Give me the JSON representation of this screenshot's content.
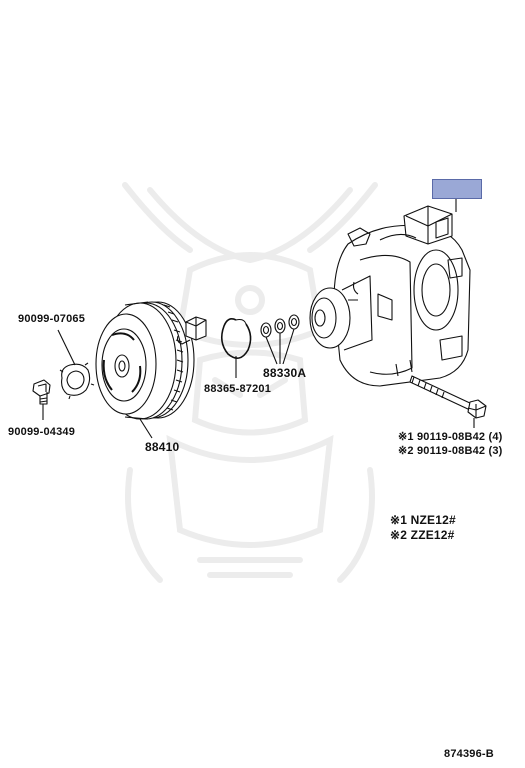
{
  "diagram": {
    "labels": {
      "p_90099_07065": "90099-07065",
      "p_90099_04349": "90099-04349",
      "p_88410": "88410",
      "p_88365_87201": "88365-87201",
      "p_88330A": "88330A",
      "p_90119_1": "※1 90119-08B42 (4)",
      "p_90119_2": "※2 90119-08B42 (3)",
      "note_1": "※1 NZE12#",
      "note_2": "※2 ZZE12#",
      "ref_code": "874396-B"
    },
    "colors": {
      "highlight": "#9aa8d6",
      "line": "#111111",
      "watermark": "#eeeeee"
    },
    "watermark_icon": "samurai-helmet-watermark"
  }
}
